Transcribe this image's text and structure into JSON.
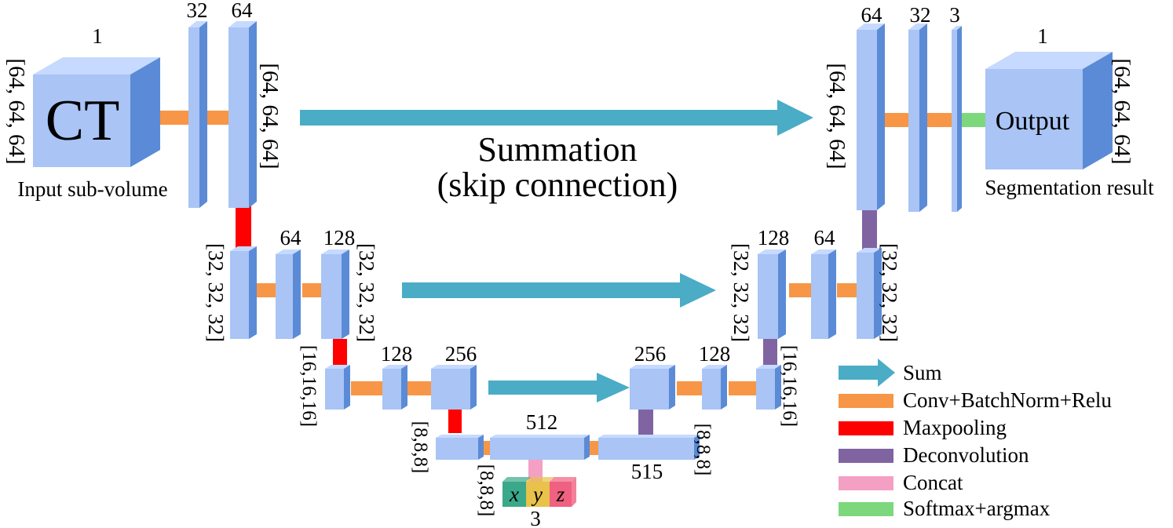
{
  "input": {
    "block_text": "CT",
    "caption": "Input sub-volume",
    "channels": "1",
    "dims": "[64, 64, 64]"
  },
  "output": {
    "block_text": "Output",
    "caption": "Segmentation result",
    "channels": "1",
    "dims": "[64, 64, 64]"
  },
  "summation": {
    "line1": "Summation",
    "line2": "(skip connection)"
  },
  "channels": {
    "enc1a": "32",
    "enc1b": "64",
    "enc2a": "64",
    "enc2b": "128",
    "enc3a": "128",
    "enc3b": "256",
    "bottleneck_a": "512",
    "bottleneck_b": "515",
    "dec1a": "64",
    "dec1b": "32",
    "dec1c": "3",
    "dec2a": "128",
    "dec2b": "64",
    "dec3a": "256",
    "dec3b": "128",
    "coords": "3"
  },
  "dims": {
    "enc1": "[64, 64, 64]",
    "enc2_left": "[32, 32, 32]",
    "enc2_right": "[32, 32, 32]",
    "enc3": "[16,16,16]",
    "bottleneck": "[8,8,8]",
    "coords": "[8,8,8]",
    "dec1": "[64, 64, 64]",
    "dec2_left": "[32, 32, 32]",
    "dec2_right": "[32, 32, 32]",
    "dec3": "[16,16,16]",
    "dec_bottleneck": "[8,8,8]"
  },
  "coords": {
    "x": "x",
    "y": "y",
    "z": "z"
  },
  "legend": {
    "items": [
      {
        "label": "Sum",
        "color": "#4bacc6",
        "kind": "arrow"
      },
      {
        "label": "Conv+BatchNorm+Relu",
        "color": "#f79646",
        "kind": "bar"
      },
      {
        "label": "Maxpooling",
        "color": "#ff0000",
        "kind": "bar"
      },
      {
        "label": "Deconvolution",
        "color": "#8064a2",
        "kind": "bar"
      },
      {
        "label": "Concat",
        "color": "#f4a0c4",
        "kind": "bar"
      },
      {
        "label": "Softmax+argmax",
        "color": "#7dd87d",
        "kind": "bar"
      }
    ]
  },
  "colors": {
    "block_front": "#a9c4f5",
    "block_top": "#c6d9ff",
    "block_side": "#5b8bd6",
    "conv": "#f79646",
    "maxpool": "#ff0000",
    "deconv": "#8064a2",
    "concat": "#f4a0c4",
    "softmax": "#7dd87d",
    "sum": "#4bacc6",
    "coord_x": "#3aa88a",
    "coord_y": "#e8c24a",
    "coord_z": "#f06080"
  }
}
